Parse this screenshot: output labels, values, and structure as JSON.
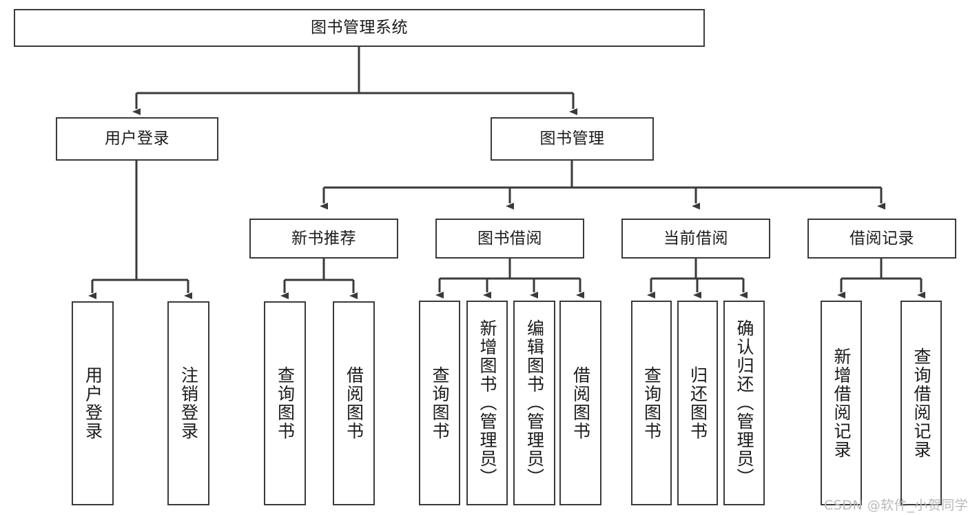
{
  "diagram": {
    "title": "图书管理系统",
    "type": "tree-hierarchy-diagram",
    "colors": {
      "stroke": "#3a3a3a",
      "fill": "#ffffff",
      "text": "#1b1b1b",
      "watermark": "#b9b9b9"
    },
    "root": {
      "label": "图书管理系统"
    },
    "level2": [
      {
        "label": "用户登录"
      },
      {
        "label": "图书管理"
      }
    ],
    "level3": [
      {
        "label": "新书推荐"
      },
      {
        "label": "图书借阅"
      },
      {
        "label": "当前借阅"
      },
      {
        "label": "借阅记录"
      }
    ],
    "leaves": {
      "user_login": [
        {
          "label": "用户登录"
        },
        {
          "label": "注销登录"
        }
      ],
      "new_book_recommend": [
        {
          "label": "查询图书"
        },
        {
          "label": "借阅图书"
        }
      ],
      "book_borrow": [
        {
          "label": "查询图书"
        },
        {
          "label": "新增图书（管理员）"
        },
        {
          "label": "编辑图书（管理员）"
        },
        {
          "label": "借阅图书"
        }
      ],
      "current_borrow": [
        {
          "label": "查询图书"
        },
        {
          "label": "归还图书"
        },
        {
          "label": "确认归还（管理员）"
        }
      ],
      "borrow_record": [
        {
          "label": "新增借阅记录"
        },
        {
          "label": "查询借阅记录"
        }
      ]
    },
    "watermark": "CSDN @软件_小贺同学"
  }
}
